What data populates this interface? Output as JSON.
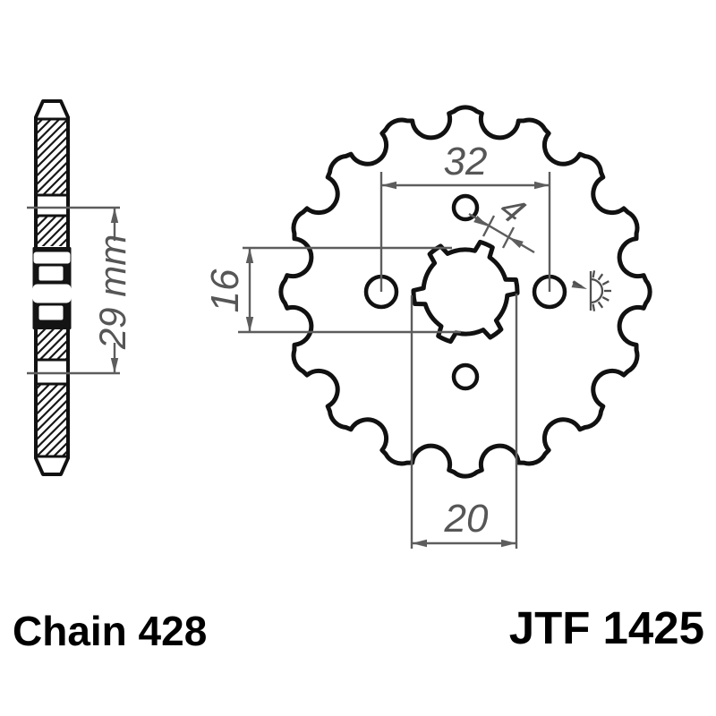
{
  "title": "Front sprocket technical drawing",
  "labels": {
    "chain": "Chain 428",
    "product_code": "JTF 1425"
  },
  "dimensions": {
    "hole_pitch": "32",
    "spline_notch": "4",
    "bore_minor": "16",
    "bore_major": "20",
    "overall_width": "29 mm"
  },
  "sprocket": {
    "teeth": 16,
    "spline_notches": 6,
    "lightening_holes": 4
  },
  "icons": {
    "surface_mark": "half-sun-with-rays-and-arrow"
  },
  "colors": {
    "outline": "#111111",
    "dimension": "#5d5d5d",
    "label_text": "#000000",
    "background": "#ffffff"
  }
}
